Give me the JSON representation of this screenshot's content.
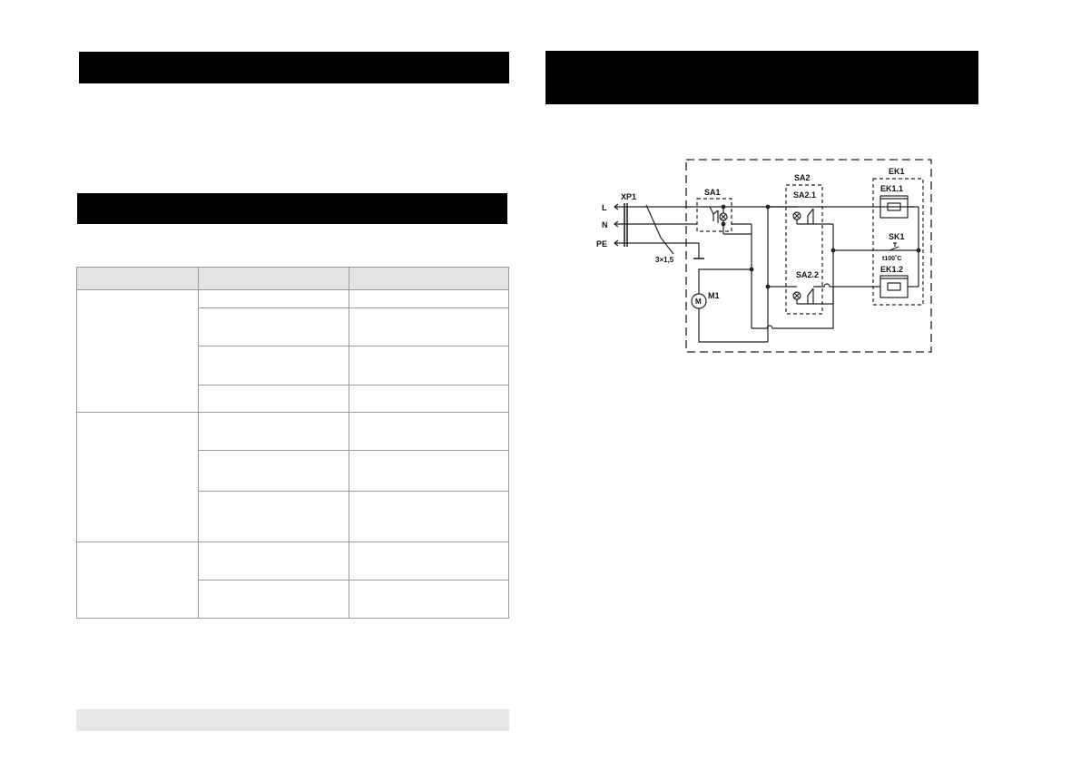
{
  "diagram": {
    "labels": {
      "l": "L",
      "n": "N",
      "pe": "PE",
      "xp1": "XP1",
      "cable": "3×1,5",
      "sa1": "SA1",
      "sa2": "SA2",
      "sa21": "SA2.1",
      "sa22": "SA2.2",
      "m1": "M1",
      "m": "M",
      "ek1": "EK1",
      "ek11": "EK1.1",
      "ek12": "EK1.2",
      "sk1": "SK1",
      "temp": "t100˚C"
    }
  }
}
